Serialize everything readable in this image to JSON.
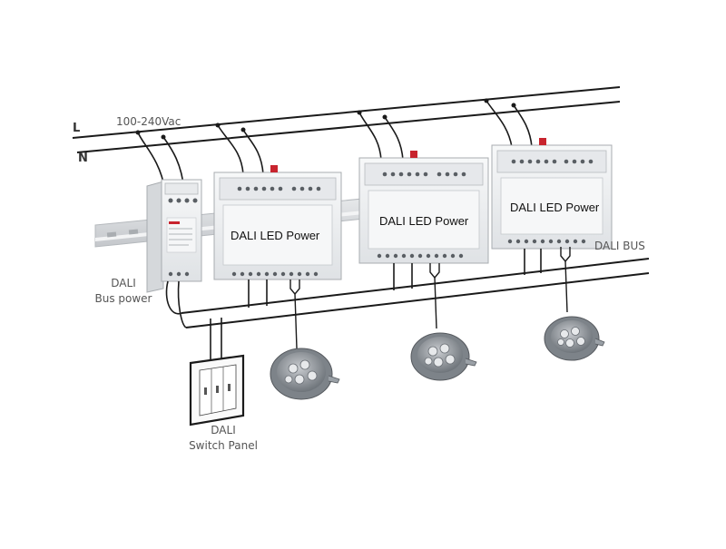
{
  "labels": {
    "line_l": "L",
    "line_n": "N",
    "voltage": "100-240Vac",
    "bus_power_line1": "DALI",
    "bus_power_line2": "Bus power",
    "dali_bus": "DALI BUS",
    "switch_line1": "DALI",
    "switch_line2": "Switch Panel"
  },
  "modules": [
    {
      "title": "DALI LED Power"
    },
    {
      "title": "DALI LED Power"
    },
    {
      "title": "DALI LED Power"
    }
  ],
  "colors": {
    "wire": "#1a1a1a",
    "module_body": "#eef0f2",
    "module_shadow": "#c9cdd2",
    "rail": "#d6d8db",
    "button_red": "#c8242e",
    "lamp_metal": "#8d9399"
  },
  "icons": [
    "recessed-downlight-icon",
    "din-rail-module-icon",
    "wall-switch-icon"
  ]
}
